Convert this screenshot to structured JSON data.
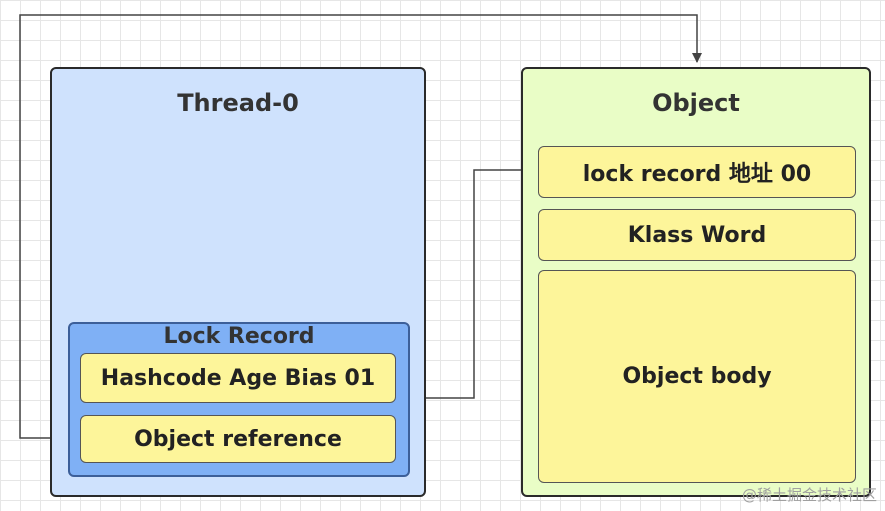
{
  "thread": {
    "title": "Thread-0",
    "lock_record": {
      "title": "Lock Record",
      "hashcode_field": "Hashcode Age Bias 01",
      "object_reference_field": "Object reference"
    }
  },
  "object": {
    "title": "Object",
    "lock_record_address_field": "lock record 地址 00",
    "klass_word_field": "Klass Word",
    "body_field": "Object body"
  },
  "watermark": "@稀土掘金技术社区",
  "colors": {
    "thread_panel": "#cfe2fd",
    "object_panel": "#e9fdc6",
    "lock_record": "#7fb0f5",
    "field": "#fdf59a",
    "connector": "#444444"
  }
}
